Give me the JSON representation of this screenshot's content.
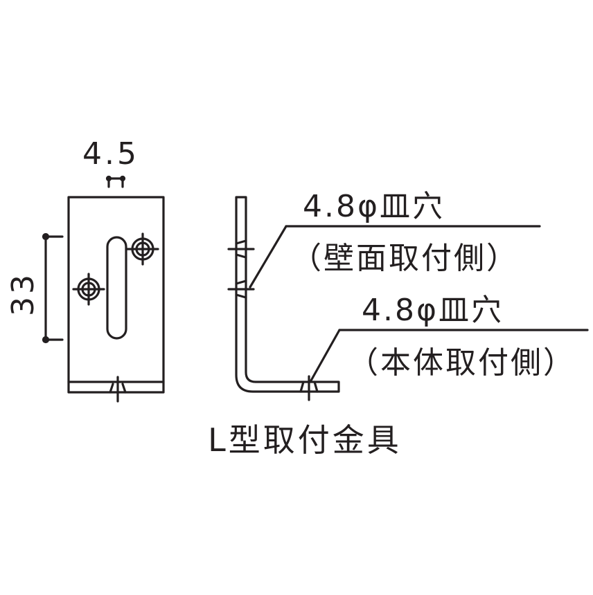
{
  "dimensions": {
    "width_label": "4.5",
    "height_label": "33"
  },
  "callouts": {
    "wall_hole_spec": "4.8φ皿穴",
    "wall_hole_note": "（壁面取付側）",
    "body_hole_spec": "4.8φ皿穴",
    "body_hole_note": "（本体取付側）"
  },
  "caption": "L型取付金具",
  "colors": {
    "line": "#231f20",
    "background": "#ffffff"
  }
}
